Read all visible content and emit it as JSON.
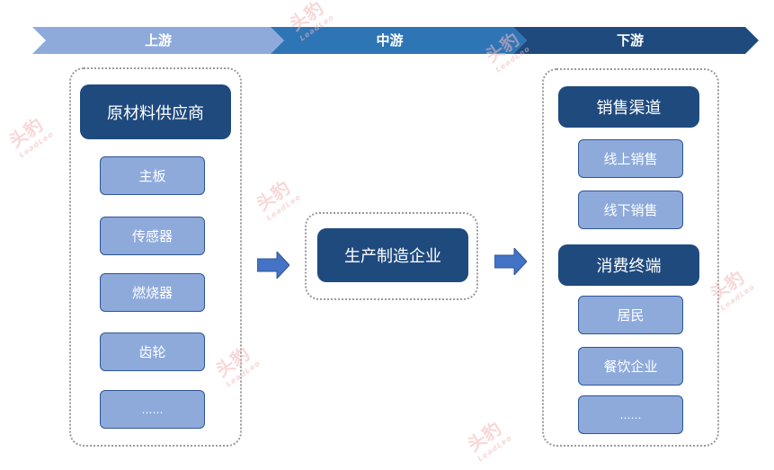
{
  "stages": {
    "upstream": "上游",
    "midstream": "中游",
    "downstream": "下游"
  },
  "upstream": {
    "header": "原材料供应商",
    "items": [
      "主板",
      "传感器",
      "燃烧器",
      "齿轮",
      "……"
    ]
  },
  "midstream": {
    "header": "生产制造企业"
  },
  "downstream": {
    "sales_header": "销售渠道",
    "sales_items": [
      "线上销售",
      "线下销售"
    ],
    "consumer_header": "消费终端",
    "consumer_items": [
      "居民",
      "餐饮企业",
      "……"
    ]
  },
  "watermark": {
    "cn": "头豹",
    "en": "LeadLeo"
  },
  "colors": {
    "chevron_light": "#8eaadb",
    "chevron_mid": "#2e75b6",
    "chevron_dark": "#1f4a7e",
    "dark_box": "#1f4a7e",
    "light_box": "#8eaadb",
    "arrow": "#4472c4"
  }
}
